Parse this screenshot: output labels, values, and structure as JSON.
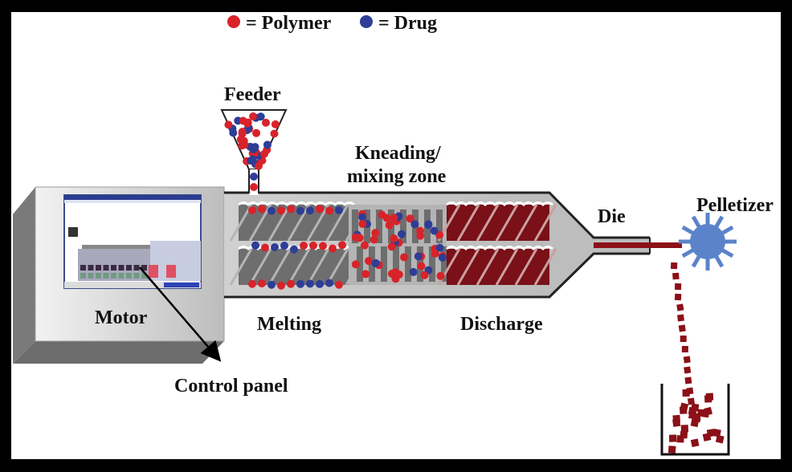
{
  "legend": {
    "items": [
      {
        "label": "= Polymer",
        "color": "#d8232a",
        "icon": "red-dot"
      },
      {
        "label": "= Drug",
        "color": "#2e3d96",
        "icon": "blue-dot"
      }
    ]
  },
  "labels": {
    "feeder": "Feeder",
    "kneading_line1": "Kneading/",
    "kneading_line2": "mixing zone",
    "die": "Die",
    "pelletizer": "Pelletizer",
    "motor": "Motor",
    "melting": "Melting",
    "discharge": "Discharge",
    "control_panel": "Control panel"
  },
  "colors": {
    "polymer": "#d8232a",
    "drug": "#2e3d96",
    "melt": "#7a1018",
    "pellet": "#8b1018",
    "screw": "#6e6e6e",
    "barrel": "#c8c8c8",
    "pelletizer": "#5b83c9",
    "frame": "#000000"
  }
}
